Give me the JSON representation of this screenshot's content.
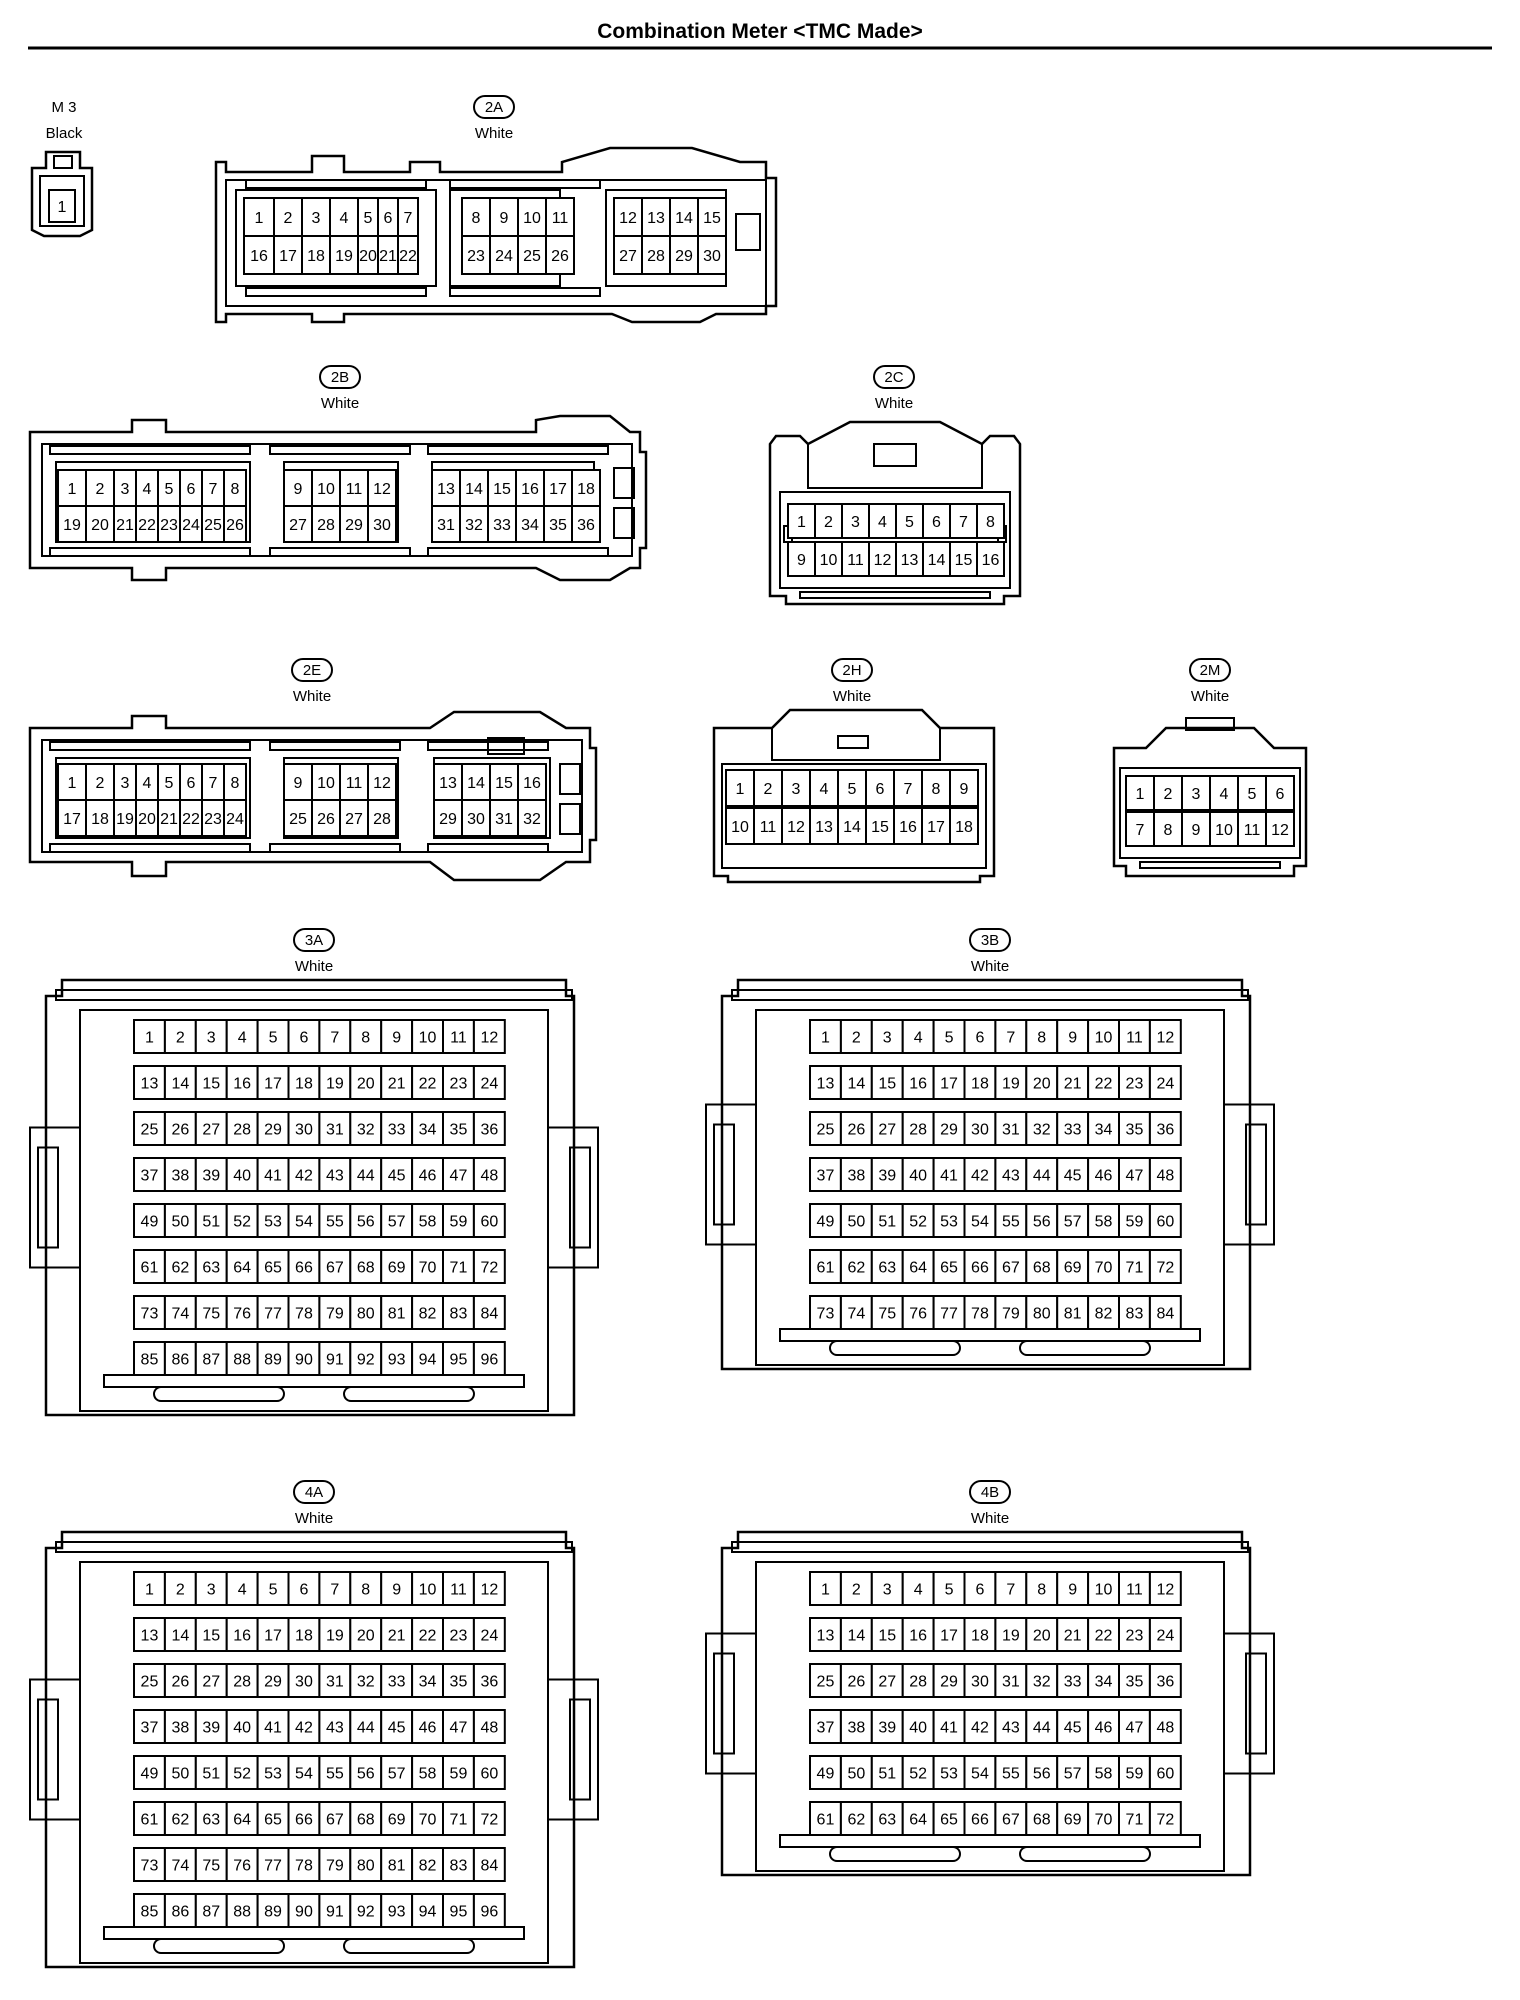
{
  "title": "Combination Meter <TMC Made>",
  "connectors": [
    {
      "id": "M3",
      "label": "M 3",
      "color": "Black",
      "style": "plain",
      "pin_rows": [
        [
          "1"
        ]
      ]
    },
    {
      "id": "2A",
      "label": "2A",
      "color": "White",
      "style": "badge",
      "pin_rows": [
        [
          "1",
          "2",
          "3",
          "4",
          "5",
          "6",
          "7",
          "8",
          "9",
          "10",
          "11",
          "12",
          "13",
          "14",
          "15"
        ],
        [
          "16",
          "17",
          "18",
          "19",
          "20",
          "21",
          "22",
          "23",
          "24",
          "25",
          "26",
          "27",
          "28",
          "29",
          "30"
        ]
      ]
    },
    {
      "id": "2B",
      "label": "2B",
      "color": "White",
      "style": "badge",
      "pin_rows": [
        [
          "1",
          "2",
          "3",
          "4",
          "5",
          "6",
          "7",
          "8",
          "9",
          "10",
          "11",
          "12",
          "13",
          "14",
          "15",
          "16",
          "17",
          "18"
        ],
        [
          "19",
          "20",
          "21",
          "22",
          "23",
          "24",
          "25",
          "26",
          "27",
          "28",
          "29",
          "30",
          "31",
          "32",
          "33",
          "34",
          "35",
          "36"
        ]
      ]
    },
    {
      "id": "2C",
      "label": "2C",
      "color": "White",
      "style": "badge",
      "pin_rows": [
        [
          "1",
          "2",
          "3",
          "4",
          "5",
          "6",
          "7",
          "8"
        ],
        [
          "9",
          "10",
          "11",
          "12",
          "13",
          "14",
          "15",
          "16"
        ]
      ]
    },
    {
      "id": "2E",
      "label": "2E",
      "color": "White",
      "style": "badge",
      "pin_rows": [
        [
          "1",
          "2",
          "3",
          "4",
          "5",
          "6",
          "7",
          "8",
          "9",
          "10",
          "11",
          "12",
          "13",
          "14",
          "15",
          "16"
        ],
        [
          "17",
          "18",
          "19",
          "20",
          "21",
          "22",
          "23",
          "24",
          "25",
          "26",
          "27",
          "28",
          "29",
          "30",
          "31",
          "32"
        ]
      ]
    },
    {
      "id": "2H",
      "label": "2H",
      "color": "White",
      "style": "badge",
      "pin_rows": [
        [
          "1",
          "2",
          "3",
          "4",
          "5",
          "6",
          "7",
          "8",
          "9"
        ],
        [
          "10",
          "11",
          "12",
          "13",
          "14",
          "15",
          "16",
          "17",
          "18"
        ]
      ]
    },
    {
      "id": "2M",
      "label": "2M",
      "color": "White",
      "style": "badge",
      "pin_rows": [
        [
          "1",
          "2",
          "3",
          "4",
          "5",
          "6"
        ],
        [
          "7",
          "8",
          "9",
          "10",
          "11",
          "12"
        ]
      ]
    },
    {
      "id": "3A",
      "label": "3A",
      "color": "White",
      "style": "badge",
      "grid": {
        "rows": 8,
        "cols": 12
      }
    },
    {
      "id": "3B",
      "label": "3B",
      "color": "White",
      "style": "badge",
      "grid": {
        "rows": 7,
        "cols": 12
      }
    },
    {
      "id": "4A",
      "label": "4A",
      "color": "White",
      "style": "badge",
      "grid": {
        "rows": 8,
        "cols": 12
      }
    },
    {
      "id": "4B",
      "label": "4B",
      "color": "White",
      "style": "badge",
      "grid": {
        "rows": 6,
        "cols": 12
      }
    }
  ]
}
